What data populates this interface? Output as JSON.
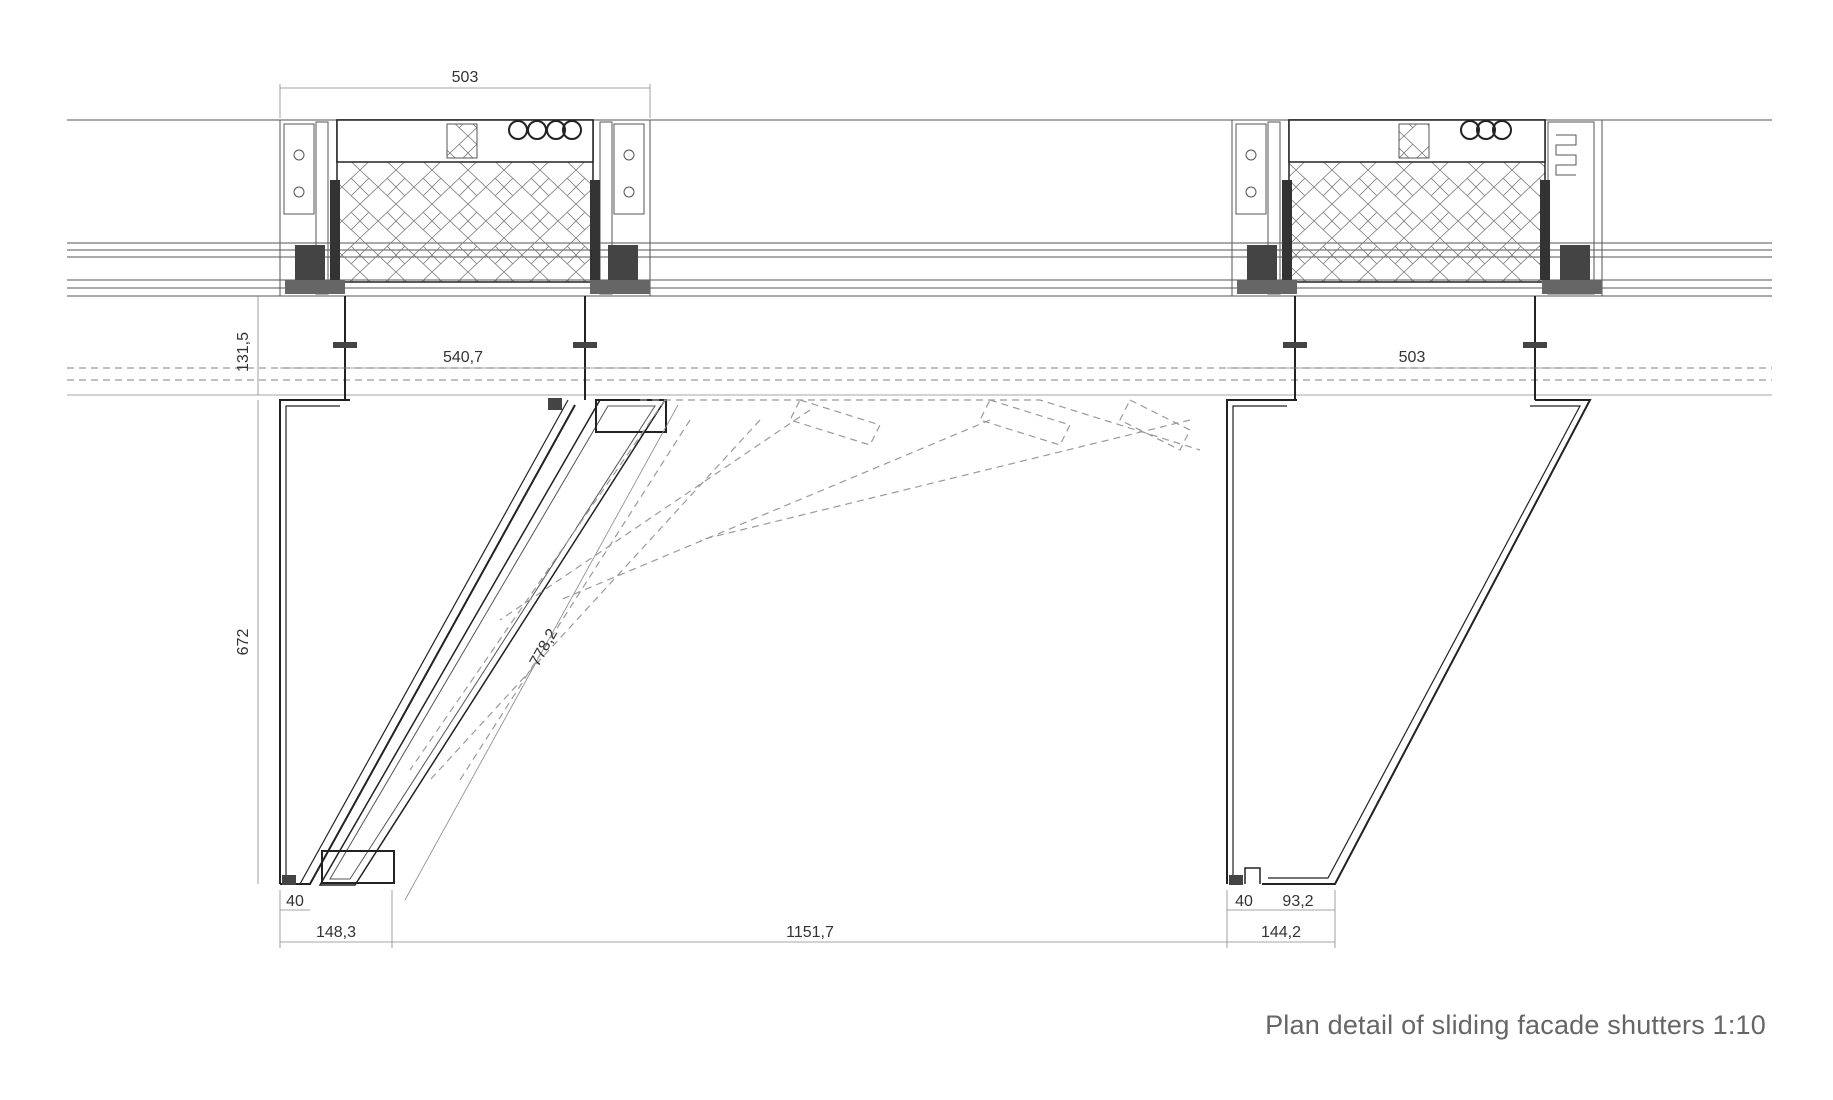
{
  "caption": "Plan detail of sliding facade shutters 1:10",
  "dimensions": {
    "left_module_width": "503",
    "right_module_width": "503",
    "offset_depth": "131,5",
    "shutter_span": "540,7",
    "shutter_depth": "672",
    "panel_diagonal": "778,2",
    "left_frame": "40",
    "left_offset": "148,3",
    "gap": "1151,7",
    "right_frame": "40",
    "right_inner": "93,2",
    "right_offset": "144,2"
  },
  "colors": {
    "line": "#222222",
    "dashed": "#9a9a9a",
    "text": "#333333",
    "caption": "#666666"
  }
}
